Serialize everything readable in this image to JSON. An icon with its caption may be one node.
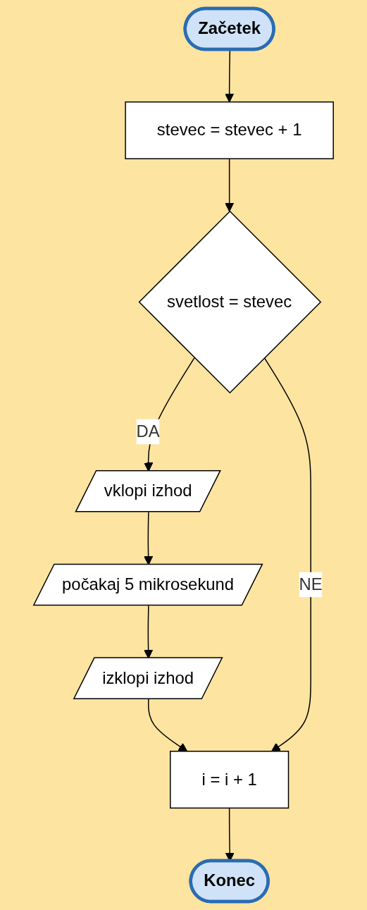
{
  "diagram": {
    "nodes": [
      {
        "text": [
          "Začetek"
        ]
      },
      {
        "text": [
          "stevec = stevec + 1"
        ]
      },
      {
        "text": [
          "svetlost = stevec"
        ]
      },
      {
        "text": [
          "vklopi izhod"
        ]
      },
      {
        "text": [
          "počakaj 5 mikrosekund"
        ]
      },
      {
        "text": [
          "izklopi izhod"
        ]
      },
      {
        "text": [
          "i = i + 1"
        ]
      },
      {
        "text": [
          "Konec"
        ]
      }
    ],
    "edges": [
      {
        "from": 0,
        "to": 1,
        "arrow": "to"
      },
      {
        "from": 1,
        "to": 2,
        "arrow": "to"
      },
      {
        "from": 2,
        "to": 3,
        "arrow": "to",
        "label": "DA"
      },
      {
        "from": 3,
        "to": 4,
        "arrow": "to"
      },
      {
        "from": 4,
        "to": 5,
        "arrow": "to"
      },
      {
        "from": 5,
        "to": 6,
        "arrow": "to"
      },
      {
        "from": 2,
        "to": 6,
        "arrow": "to",
        "label": "NE"
      },
      {
        "from": 6,
        "to": 7,
        "arrow": "to"
      }
    ]
  }
}
